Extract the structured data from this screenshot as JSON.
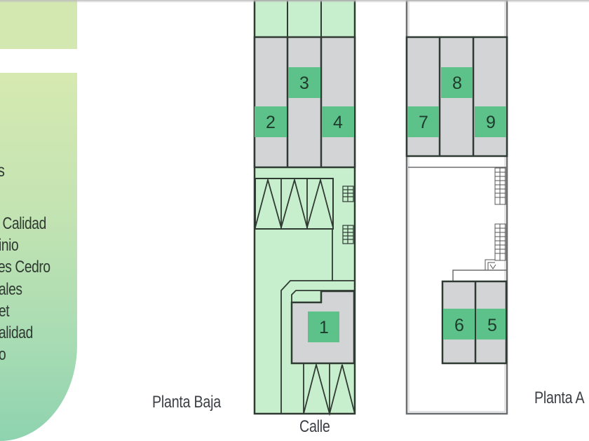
{
  "sidebar": {
    "heading": "as",
    "items": [
      "º Calidad",
      "inio",
      "es Cedro",
      "ales",
      "et",
      "alidad",
      "o"
    ]
  },
  "floor_plans": {
    "ground_floor": {
      "label": "Planta Baja",
      "street_label": "Calle",
      "units": [
        "1",
        "2",
        "3",
        "4"
      ]
    },
    "upper_floor": {
      "label": "Planta A",
      "units": [
        "5",
        "6",
        "7",
        "8",
        "9"
      ]
    }
  },
  "colors": {
    "panel_green": "#d3e8b0",
    "ground_fill": "#c8efcd",
    "unit_grey": "#d3d4d6",
    "unit_label_green": "#5cc28a",
    "outline": "#2f3a33"
  }
}
